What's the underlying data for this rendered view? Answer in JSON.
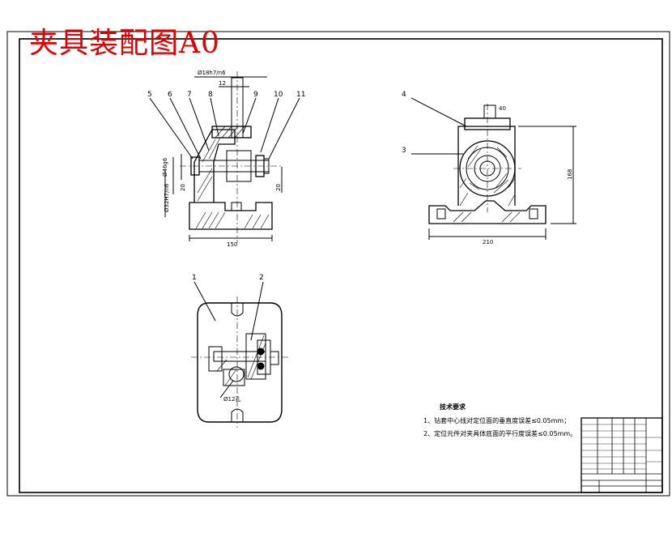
{
  "title": "夹具装配图A0",
  "colors": {
    "title": "#e00000",
    "line": "#000000"
  },
  "callouts": [
    "1",
    "2",
    "3",
    "4",
    "5",
    "6",
    "7",
    "8",
    "9",
    "10",
    "11"
  ],
  "dims": {
    "d_top": "Ø18h7/n6",
    "d_12": "12",
    "d_side": "Ø46g6",
    "d_20a": "20",
    "d_shaft": "Ø32H7/n6",
    "d_20b": "20",
    "d_150": "150",
    "d_210": "210",
    "d_168": "168",
    "d_40": "40",
    "d_slot": "Ø12孔"
  },
  "tech": {
    "heading": "技术要求",
    "line1": "1、钻套中心线对定位面的垂直度误差≤0.05mm；",
    "line2": "2、定位元件对夹具体底面的平行度误差≤0.05mm。"
  }
}
